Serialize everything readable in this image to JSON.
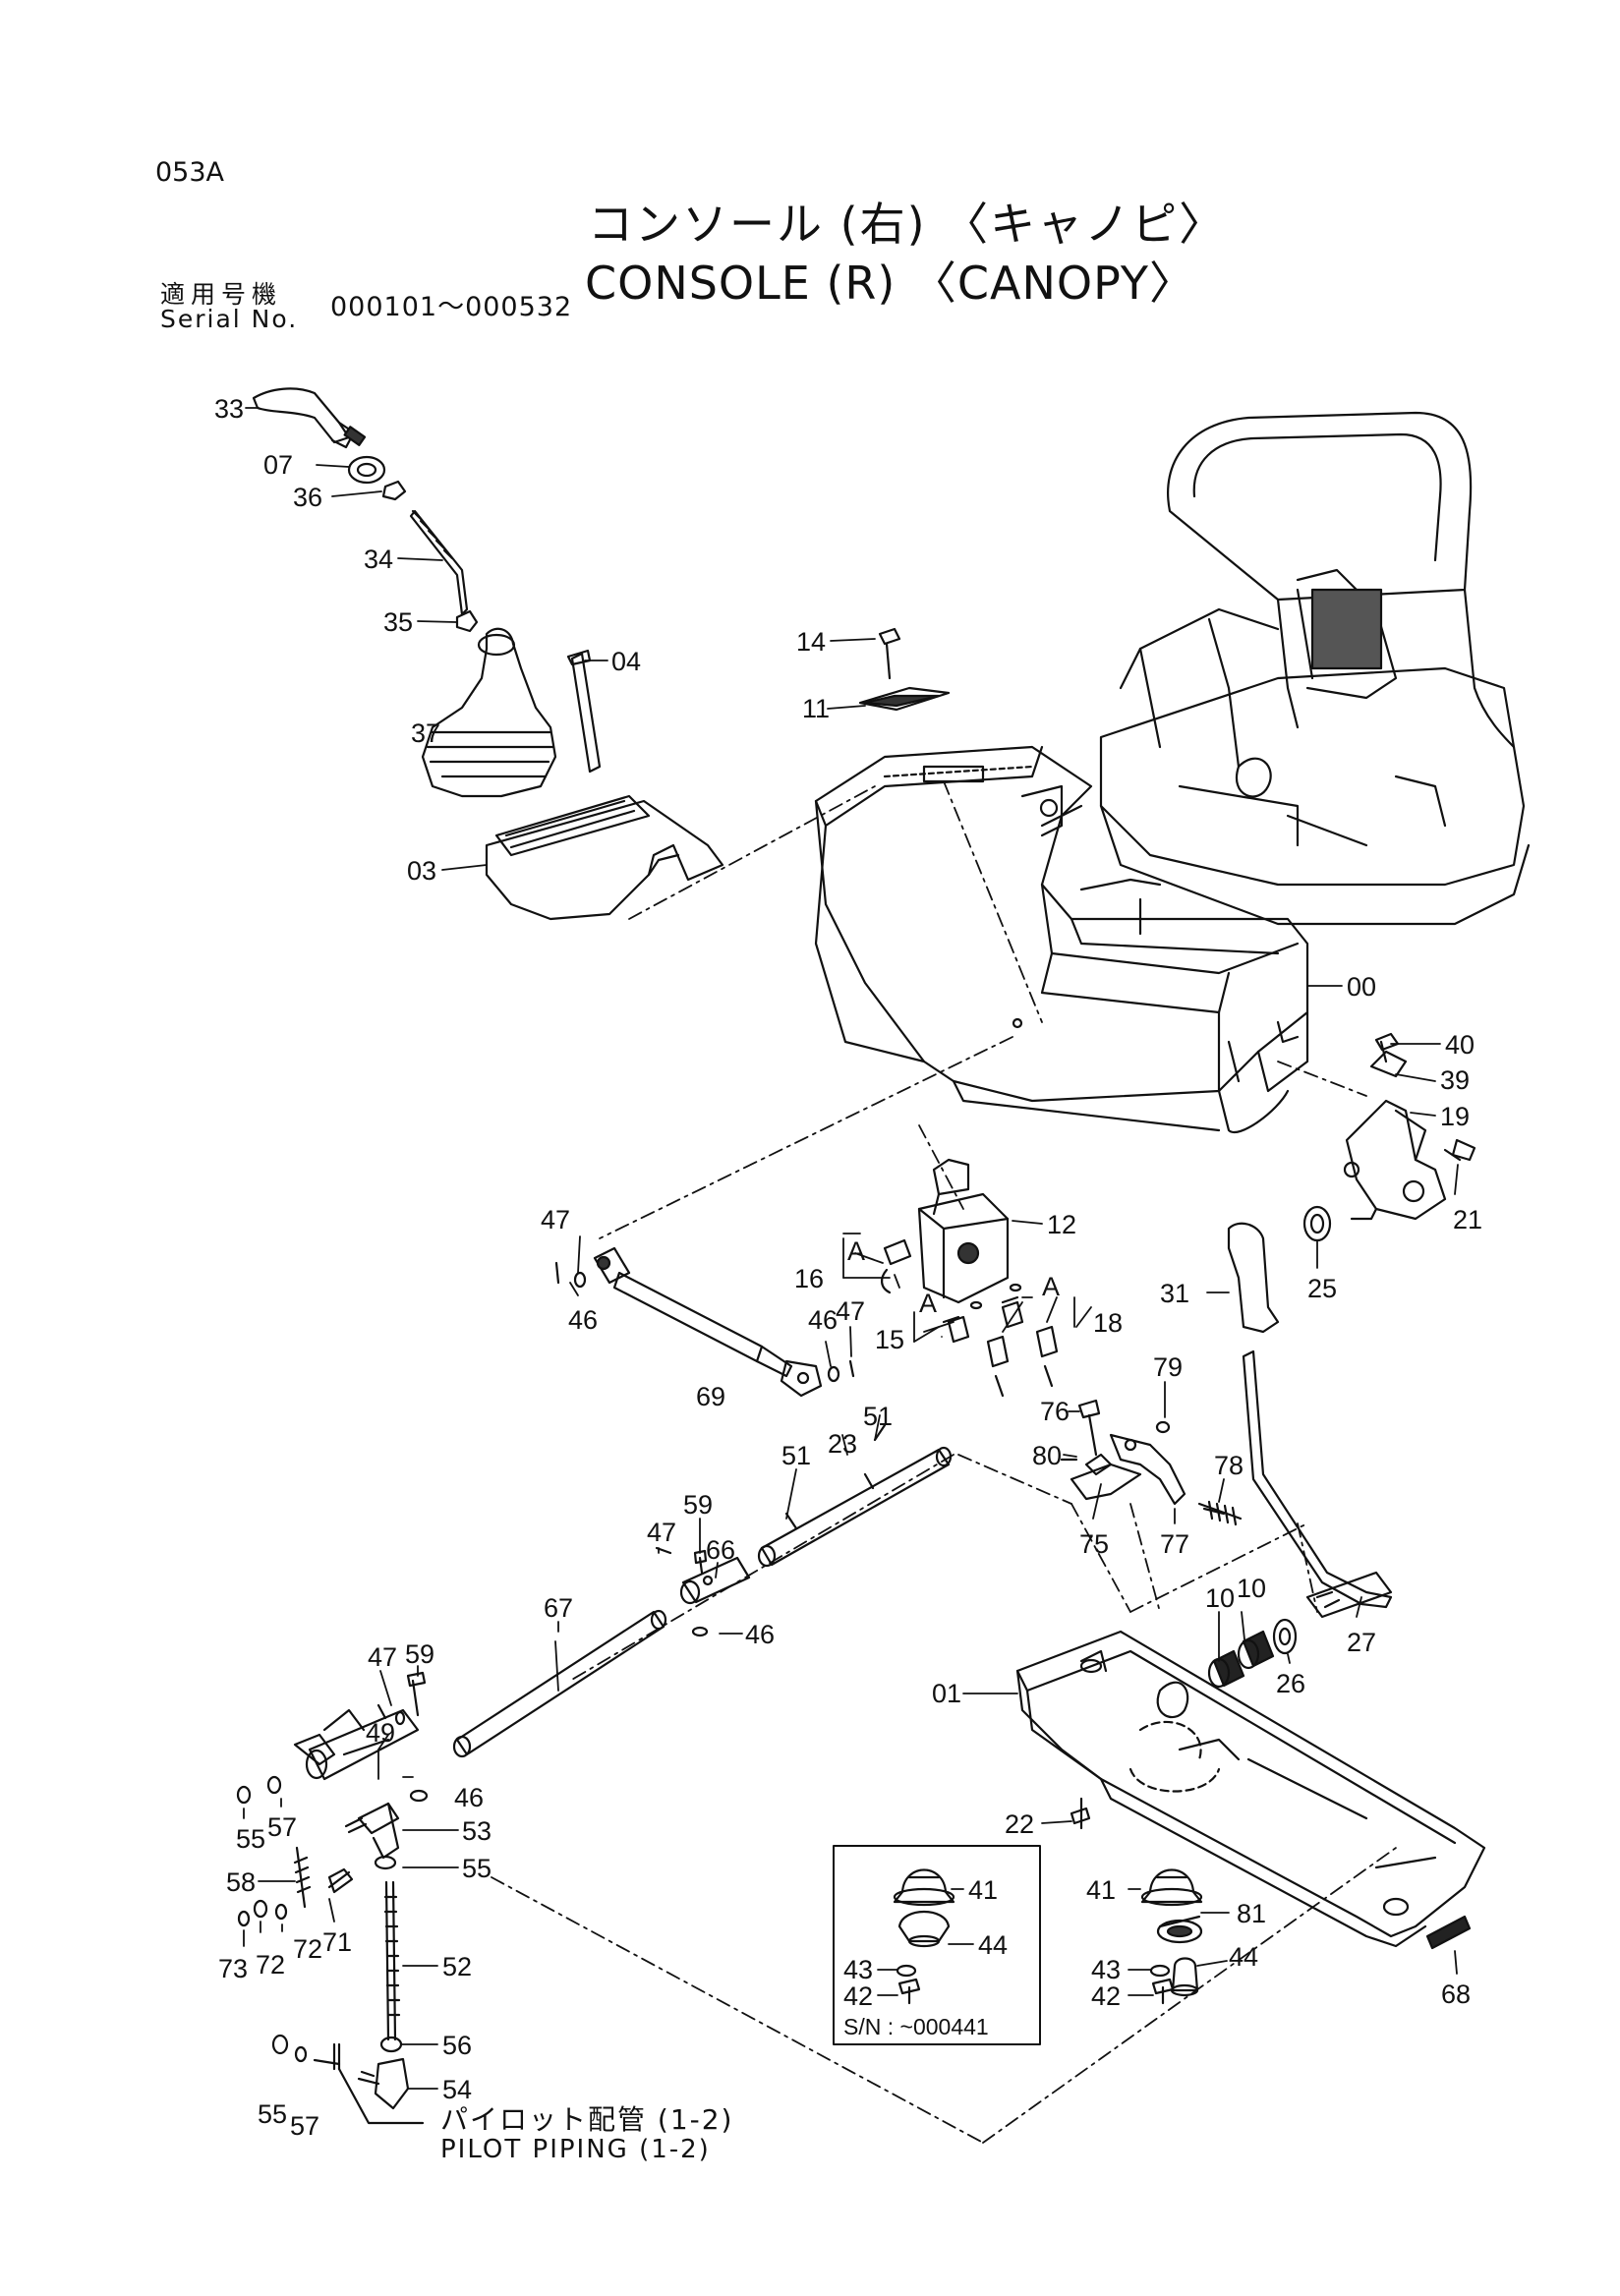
{
  "header": {
    "page_code": "053A",
    "title_jp": "コンソール (右) 〈キャノピ〉",
    "title_en": "CONSOLE (R) 〈CANOPY〉",
    "serial_label_jp": "適用号機",
    "serial_label_en": "Serial No.",
    "serial_range": "000101～000532"
  },
  "footer": {
    "pilot_jp": "パイロット配管 (1-2)",
    "pilot_en": "PILOT PIPING (1-2)"
  },
  "inset": {
    "sn_label": "S/N : ~000441"
  },
  "callouts": [
    {
      "id": "c33",
      "text": "33"
    },
    {
      "id": "c07",
      "text": "07"
    },
    {
      "id": "c36",
      "text": "36"
    },
    {
      "id": "c34",
      "text": "34"
    },
    {
      "id": "c35",
      "text": "35"
    },
    {
      "id": "c04",
      "text": "04"
    },
    {
      "id": "c37",
      "text": "37"
    },
    {
      "id": "c03",
      "text": "03"
    },
    {
      "id": "c14",
      "text": "14"
    },
    {
      "id": "c11",
      "text": "11"
    },
    {
      "id": "c00",
      "text": "00"
    },
    {
      "id": "c40",
      "text": "40"
    },
    {
      "id": "c39",
      "text": "39"
    },
    {
      "id": "c19",
      "text": "19"
    },
    {
      "id": "c21",
      "text": "21"
    },
    {
      "id": "c25",
      "text": "25"
    },
    {
      "id": "c12",
      "text": "12"
    },
    {
      "id": "c16",
      "text": "16"
    },
    {
      "id": "cA1",
      "text": "A"
    },
    {
      "id": "cA2",
      "text": "A"
    },
    {
      "id": "cA3",
      "text": "A"
    },
    {
      "id": "c18",
      "text": "18"
    },
    {
      "id": "c15",
      "text": "15"
    },
    {
      "id": "c47a",
      "text": "47"
    },
    {
      "id": "c46a",
      "text": "46"
    },
    {
      "id": "c46b",
      "text": "46"
    },
    {
      "id": "c47b",
      "text": "47"
    },
    {
      "id": "c69",
      "text": "69"
    },
    {
      "id": "c31",
      "text": "31"
    },
    {
      "id": "c76",
      "text": "76"
    },
    {
      "id": "c79",
      "text": "79"
    },
    {
      "id": "c80",
      "text": "80"
    },
    {
      "id": "c78",
      "text": "78"
    },
    {
      "id": "c75",
      "text": "75"
    },
    {
      "id": "c77",
      "text": "77"
    },
    {
      "id": "c51a",
      "text": "51"
    },
    {
      "id": "c23",
      "text": "23"
    },
    {
      "id": "c51b",
      "text": "51"
    },
    {
      "id": "c59a",
      "text": "59"
    },
    {
      "id": "c47c",
      "text": "47"
    },
    {
      "id": "c66",
      "text": "66"
    },
    {
      "id": "c67",
      "text": "67"
    },
    {
      "id": "c46c",
      "text": "46"
    },
    {
      "id": "c10a",
      "text": "10"
    },
    {
      "id": "c10b",
      "text": "10"
    },
    {
      "id": "c27",
      "text": "27"
    },
    {
      "id": "c26",
      "text": "26"
    },
    {
      "id": "c01",
      "text": "01"
    },
    {
      "id": "c47d",
      "text": "47"
    },
    {
      "id": "c59b",
      "text": "59"
    },
    {
      "id": "c49",
      "text": "49"
    },
    {
      "id": "c46d",
      "text": "46"
    },
    {
      "id": "c55a",
      "text": "55"
    },
    {
      "id": "c57a",
      "text": "57"
    },
    {
      "id": "c53",
      "text": "53"
    },
    {
      "id": "c22",
      "text": "22"
    },
    {
      "id": "c58",
      "text": "58"
    },
    {
      "id": "c55b",
      "text": "55"
    },
    {
      "id": "c71",
      "text": "71"
    },
    {
      "id": "c72a",
      "text": "72"
    },
    {
      "id": "c72b",
      "text": "72"
    },
    {
      "id": "c73",
      "text": "73"
    },
    {
      "id": "c52",
      "text": "52"
    },
    {
      "id": "c56",
      "text": "56"
    },
    {
      "id": "c54",
      "text": "54"
    },
    {
      "id": "c55c",
      "text": "55"
    },
    {
      "id": "c57b",
      "text": "57"
    },
    {
      "id": "c41a",
      "text": "41"
    },
    {
      "id": "c44a",
      "text": "44"
    },
    {
      "id": "c43a",
      "text": "43"
    },
    {
      "id": "c42a",
      "text": "42"
    },
    {
      "id": "c41b",
      "text": "41"
    },
    {
      "id": "c81",
      "text": "81"
    },
    {
      "id": "c43b",
      "text": "43"
    },
    {
      "id": "c44b",
      "text": "44"
    },
    {
      "id": "c42b",
      "text": "42"
    },
    {
      "id": "c68",
      "text": "68"
    }
  ]
}
